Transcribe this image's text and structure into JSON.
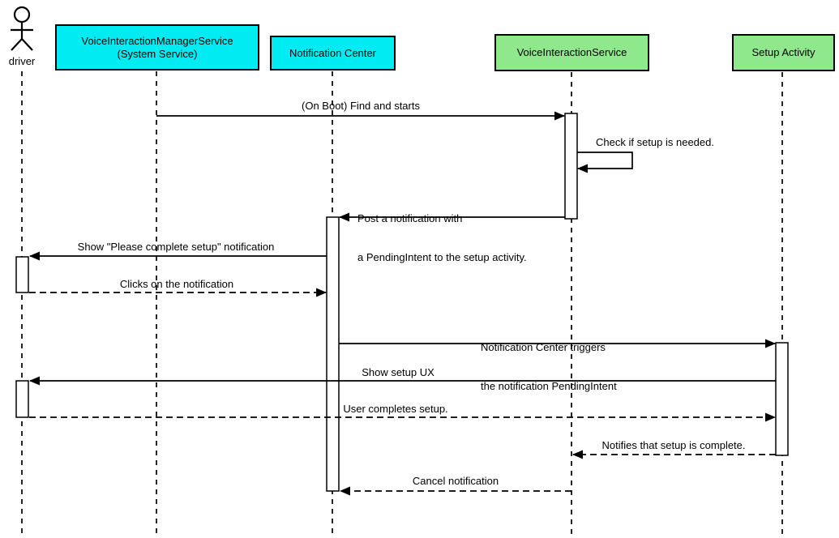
{
  "diagram_type": "uml-sequence-diagram",
  "colors": {
    "participant_cyan": "#00ebf2",
    "participant_green": "#90e88c",
    "line": "#000000",
    "background": "#ffffff"
  },
  "participants": [
    {
      "id": "driver",
      "kind": "actor",
      "label": "driver"
    },
    {
      "id": "voice-interaction-manager-service",
      "kind": "object",
      "line1": "VoiceInteractionManagerService",
      "line2": "(System Service)",
      "fill": "#00ebf2"
    },
    {
      "id": "notification-center",
      "kind": "object",
      "line1": "Notification Center",
      "fill": "#00ebf2"
    },
    {
      "id": "voice-interaction-service",
      "kind": "object",
      "line1": "VoiceInteractionService",
      "fill": "#90e88c"
    },
    {
      "id": "setup-activity",
      "kind": "object",
      "line1": "Setup Activity",
      "fill": "#90e88c"
    }
  ],
  "messages": [
    {
      "n": 1,
      "from": "voice-interaction-manager-service",
      "to": "voice-interaction-service",
      "style": "solid",
      "line1": "(On Boot) Find and starts"
    },
    {
      "n": 2,
      "from": "voice-interaction-service",
      "to": "voice-interaction-service",
      "style": "solid-self",
      "line1": "Check if setup is needed."
    },
    {
      "n": 3,
      "from": "voice-interaction-service",
      "to": "notification-center",
      "style": "solid",
      "line1": "Post a notification with",
      "line2": "a PendingIntent to the setup activity."
    },
    {
      "n": 4,
      "from": "notification-center",
      "to": "driver",
      "style": "solid",
      "line1": "Show \"Please complete setup\" notification"
    },
    {
      "n": 5,
      "from": "driver",
      "to": "notification-center",
      "style": "dashed",
      "line1": "Clicks on the notification"
    },
    {
      "n": 6,
      "from": "notification-center",
      "to": "setup-activity",
      "style": "solid",
      "line1": "Notification Center triggers",
      "line2": "the notification PendingIntent"
    },
    {
      "n": 7,
      "from": "setup-activity",
      "to": "driver",
      "style": "solid",
      "line1": "Show setup UX"
    },
    {
      "n": 8,
      "from": "driver",
      "to": "setup-activity",
      "style": "dashed",
      "line1": "User completes setup."
    },
    {
      "n": 9,
      "from": "setup-activity",
      "to": "voice-interaction-service",
      "style": "dashed",
      "line1": "Notifies that setup is complete."
    },
    {
      "n": 10,
      "from": "voice-interaction-service",
      "to": "notification-center",
      "style": "dashed",
      "line1": "Cancel notification"
    }
  ]
}
